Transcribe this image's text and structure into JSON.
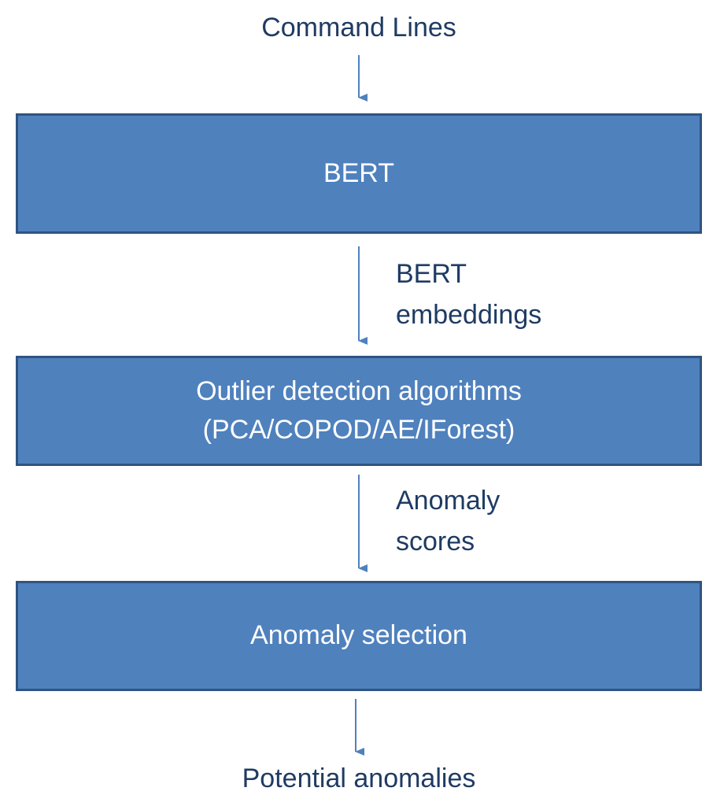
{
  "nodes": {
    "input": "Command Lines",
    "bert": "BERT",
    "outlier_line1": "Outlier detection algorithms",
    "outlier_line2": "(PCA/COPOD/AE/IForest)",
    "selection": "Anomaly selection",
    "output": "Potential anomalies"
  },
  "edges": {
    "bert_to_outlier": [
      "BERT",
      "embeddings"
    ],
    "outlier_to_selection": [
      "Anomaly",
      "scores"
    ]
  },
  "colors": {
    "box_fill": "#4f81bd",
    "box_border": "#2f5481",
    "box_text": "#ffffff",
    "label_text": "#1f3b63",
    "arrow": "#4f81bd"
  }
}
